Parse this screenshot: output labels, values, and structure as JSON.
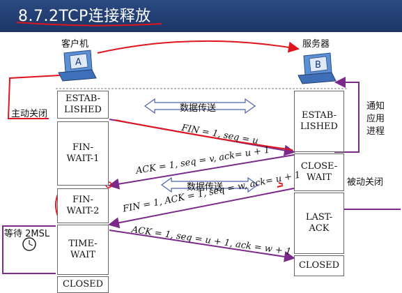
{
  "title": "8.7.2TCP连接释放",
  "client": {
    "label": "客户机",
    "letter": "A"
  },
  "server": {
    "label": "服务器",
    "letter": "B"
  },
  "client_states": [
    "ESTAB-\nLISHED",
    "FIN-\nWAIT-1",
    "FIN-\nWAIT-2",
    "TIME-\nWAIT",
    "CLOSED"
  ],
  "server_states": [
    "ESTAB-\nLISHED",
    "CLOSE-\nWAIT",
    "LAST-\nACK",
    "CLOSED"
  ],
  "data_transfer_label": "数据传送",
  "messages": [
    "FIN = 1, seq = u",
    "ACK = 1, seq = v, ack= u + 1",
    "FIN = 1, ACK = 1, seq = w, ack= u + 1",
    "ACK = 1, seq = u + 1, ack = w + 1"
  ],
  "side_labels": {
    "active_close": "主动关闭",
    "passive_close": "被动关闭",
    "notify_app": "通知\n应用\n进程",
    "wait_2msl": "等待 2MSL"
  },
  "colors": {
    "title_bg": "#1c3566",
    "arrow": "#7b2a8a",
    "pen": "#e0141c",
    "box_border": "#666666"
  }
}
